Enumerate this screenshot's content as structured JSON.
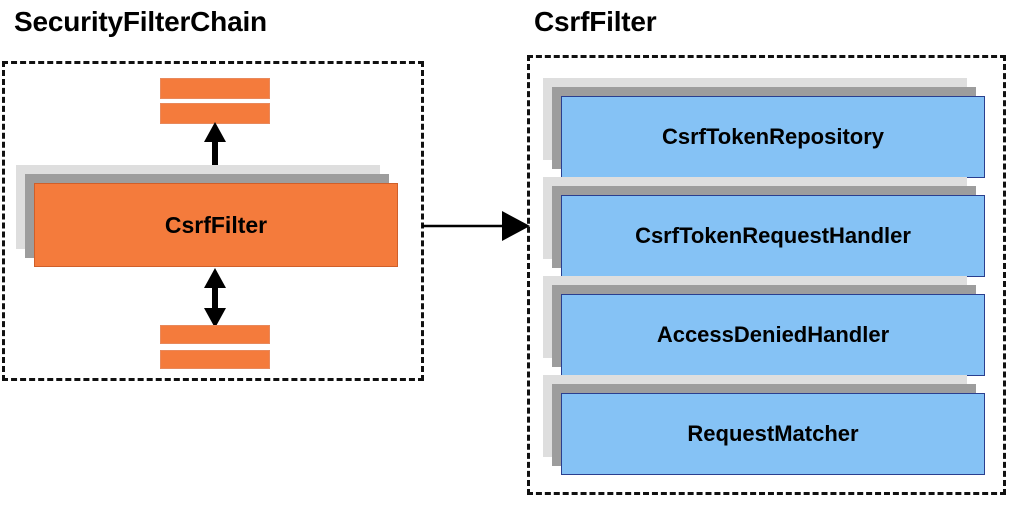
{
  "diagram": {
    "type": "component-relationship-diagram",
    "colors": {
      "orange_fill": "#F47B3C",
      "orange_stroke": "#CF5F2A",
      "blue_fill": "#85C2F5",
      "blue_stroke": "#2A3F8F",
      "shadow_mid": "#9D9D9D",
      "shadow_light": "#DEDEDE",
      "border_dashed": "#111111",
      "text": "#000000",
      "background": "#FFFFFF"
    }
  },
  "left_panel": {
    "title": "SecurityFilterChain",
    "main_component": {
      "label": "CsrfFilter"
    },
    "filter_slabs_above": [
      {
        "label": ""
      },
      {
        "label": ""
      }
    ],
    "filter_slabs_below": [
      {
        "label": ""
      },
      {
        "label": ""
      }
    ],
    "connector_up": "double-headed-vertical-arrow",
    "connector_down": "double-headed-vertical-arrow"
  },
  "link": {
    "name": "expand-arrow",
    "direction": "left-to-right",
    "from": "SecurityFilterChain.CsrfFilter",
    "to": "CsrfFilter"
  },
  "right_panel": {
    "title": "CsrfFilter",
    "collaborators": [
      {
        "label": "CsrfTokenRepository"
      },
      {
        "label": "CsrfTokenRequestHandler"
      },
      {
        "label": "AccessDeniedHandler"
      },
      {
        "label": "RequestMatcher"
      }
    ]
  }
}
